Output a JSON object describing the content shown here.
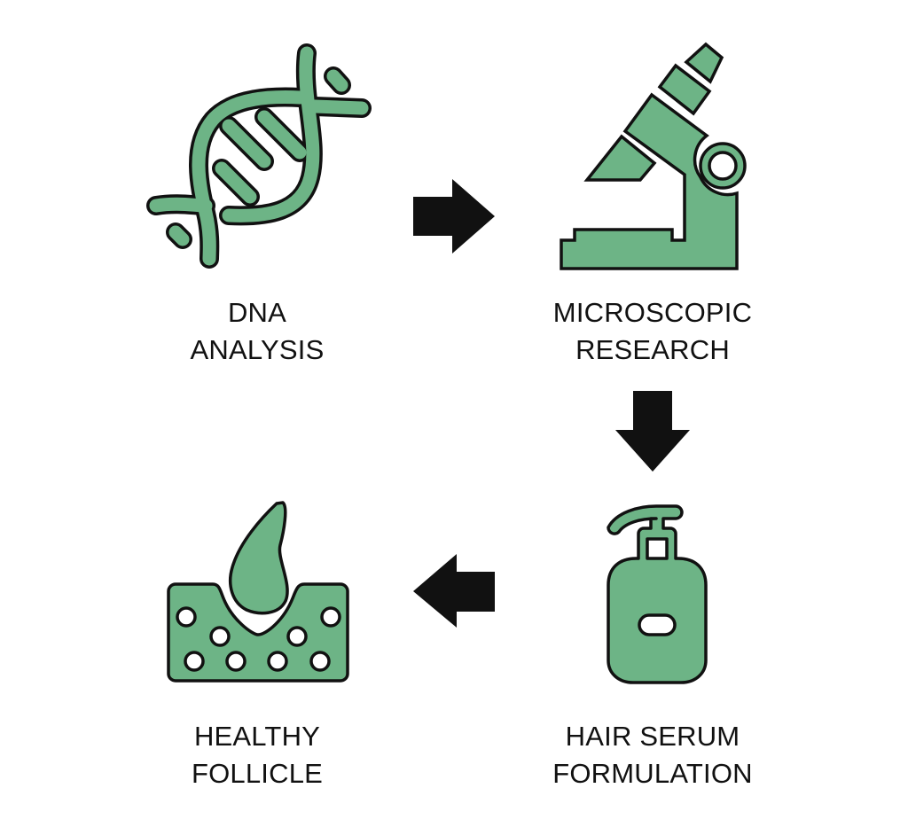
{
  "diagram": {
    "type": "process-cycle",
    "colors": {
      "icon_fill": "#6DB486",
      "outline": "#111111",
      "arrow": "#111111",
      "background": "#FFFFFF",
      "text": "#111111"
    },
    "steps": [
      {
        "id": "dna",
        "icon": "dna-helix-icon",
        "line1": "DNA",
        "line2": "ANALYSIS"
      },
      {
        "id": "microscope",
        "icon": "microscope-icon",
        "line1": "MICROSCOPIC",
        "line2": "RESEARCH"
      },
      {
        "id": "serum",
        "icon": "pump-bottle-icon",
        "line1": "HAIR SERUM",
        "line2": "FORMULATION"
      },
      {
        "id": "follicle",
        "icon": "hair-follicle-icon",
        "line1": "HEALTHY",
        "line2": "FOLLICLE"
      }
    ],
    "arrows": [
      {
        "from": "dna",
        "to": "microscope",
        "direction": "right"
      },
      {
        "from": "microscope",
        "to": "serum",
        "direction": "down"
      },
      {
        "from": "serum",
        "to": "follicle",
        "direction": "left"
      }
    ]
  }
}
